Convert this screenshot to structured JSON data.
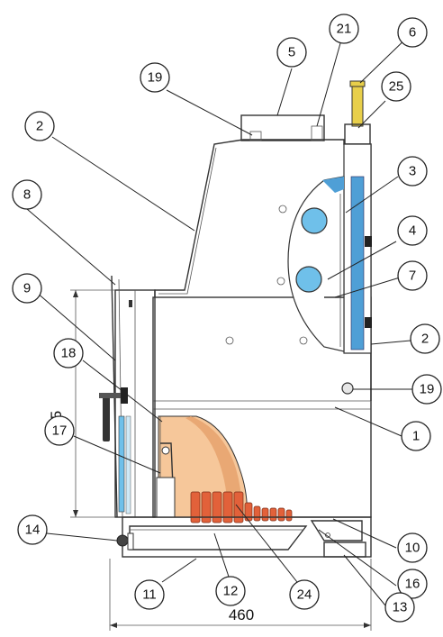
{
  "callouts": [
    {
      "id": "c5",
      "label": "5"
    },
    {
      "id": "c21",
      "label": "21"
    },
    {
      "id": "c6",
      "label": "6"
    },
    {
      "id": "c19a",
      "label": "19"
    },
    {
      "id": "c25",
      "label": "25"
    },
    {
      "id": "c2a",
      "label": "2"
    },
    {
      "id": "c3",
      "label": "3"
    },
    {
      "id": "c8",
      "label": "8"
    },
    {
      "id": "c4",
      "label": "4"
    },
    {
      "id": "c9",
      "label": "9"
    },
    {
      "id": "c7",
      "label": "7"
    },
    {
      "id": "c2b",
      "label": "2"
    },
    {
      "id": "c18",
      "label": "18"
    },
    {
      "id": "c19b",
      "label": "19"
    },
    {
      "id": "c1",
      "label": "1"
    },
    {
      "id": "c17",
      "label": "17"
    },
    {
      "id": "c14",
      "label": "14"
    },
    {
      "id": "c10",
      "label": "10"
    },
    {
      "id": "c16",
      "label": "16"
    },
    {
      "id": "c11",
      "label": "11"
    },
    {
      "id": "c12",
      "label": "12"
    },
    {
      "id": "c24",
      "label": "24"
    },
    {
      "id": "c13",
      "label": "13"
    }
  ],
  "dimensions": {
    "height": "475",
    "width": "460"
  },
  "colors": {
    "fire_chamber": "#f6c79a",
    "fire_chamber_dark": "#e9a874",
    "flue_blue": "#4f9fd6",
    "glass_blue": "#6fc0ea",
    "flame_tube": "#e2613a",
    "chimney_pipe": "#e8cf4a",
    "line": "#333333"
  }
}
